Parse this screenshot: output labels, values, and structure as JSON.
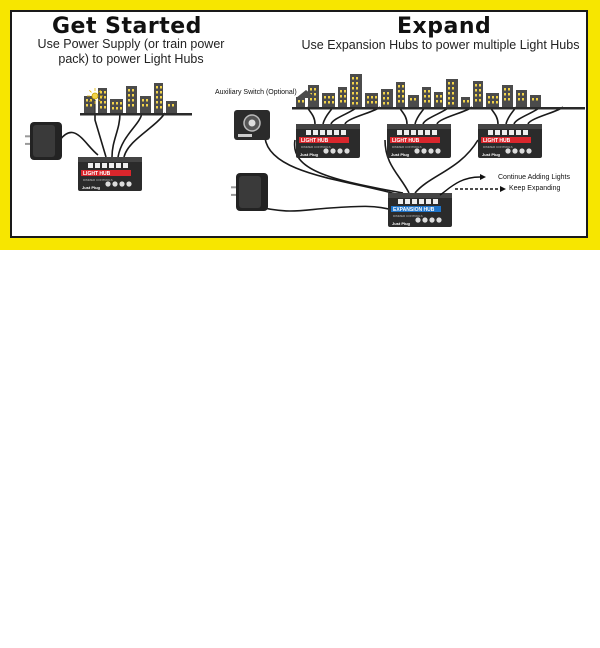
{
  "left": {
    "heading": "Get Started",
    "subtitle_line1": "Use Power Supply (or train power",
    "subtitle_line2": "pack) to power Light Hubs"
  },
  "right": {
    "heading": "Expand",
    "subtitle": "Use Expansion Hubs to power multiple Light Hubs"
  },
  "labels": {
    "auxiliary_switch": "Auxiliary Switch (Optional)",
    "continue_adding": "Continue Adding Lights",
    "keep_expanding": "Keep Expanding"
  },
  "devices": {
    "light_hub": "LIGHT HUB",
    "expansion_hub": "EXPANSION HUB",
    "brand": "Just Plug",
    "controls": "DIMMER CONTROLS"
  },
  "colors": {
    "banner": "#f7e600",
    "light_hub_strip": "#d9262c",
    "expansion_hub_strip": "#1e73c8",
    "device_body": "#2b2b2b",
    "window_lit": "#f2d34a"
  }
}
